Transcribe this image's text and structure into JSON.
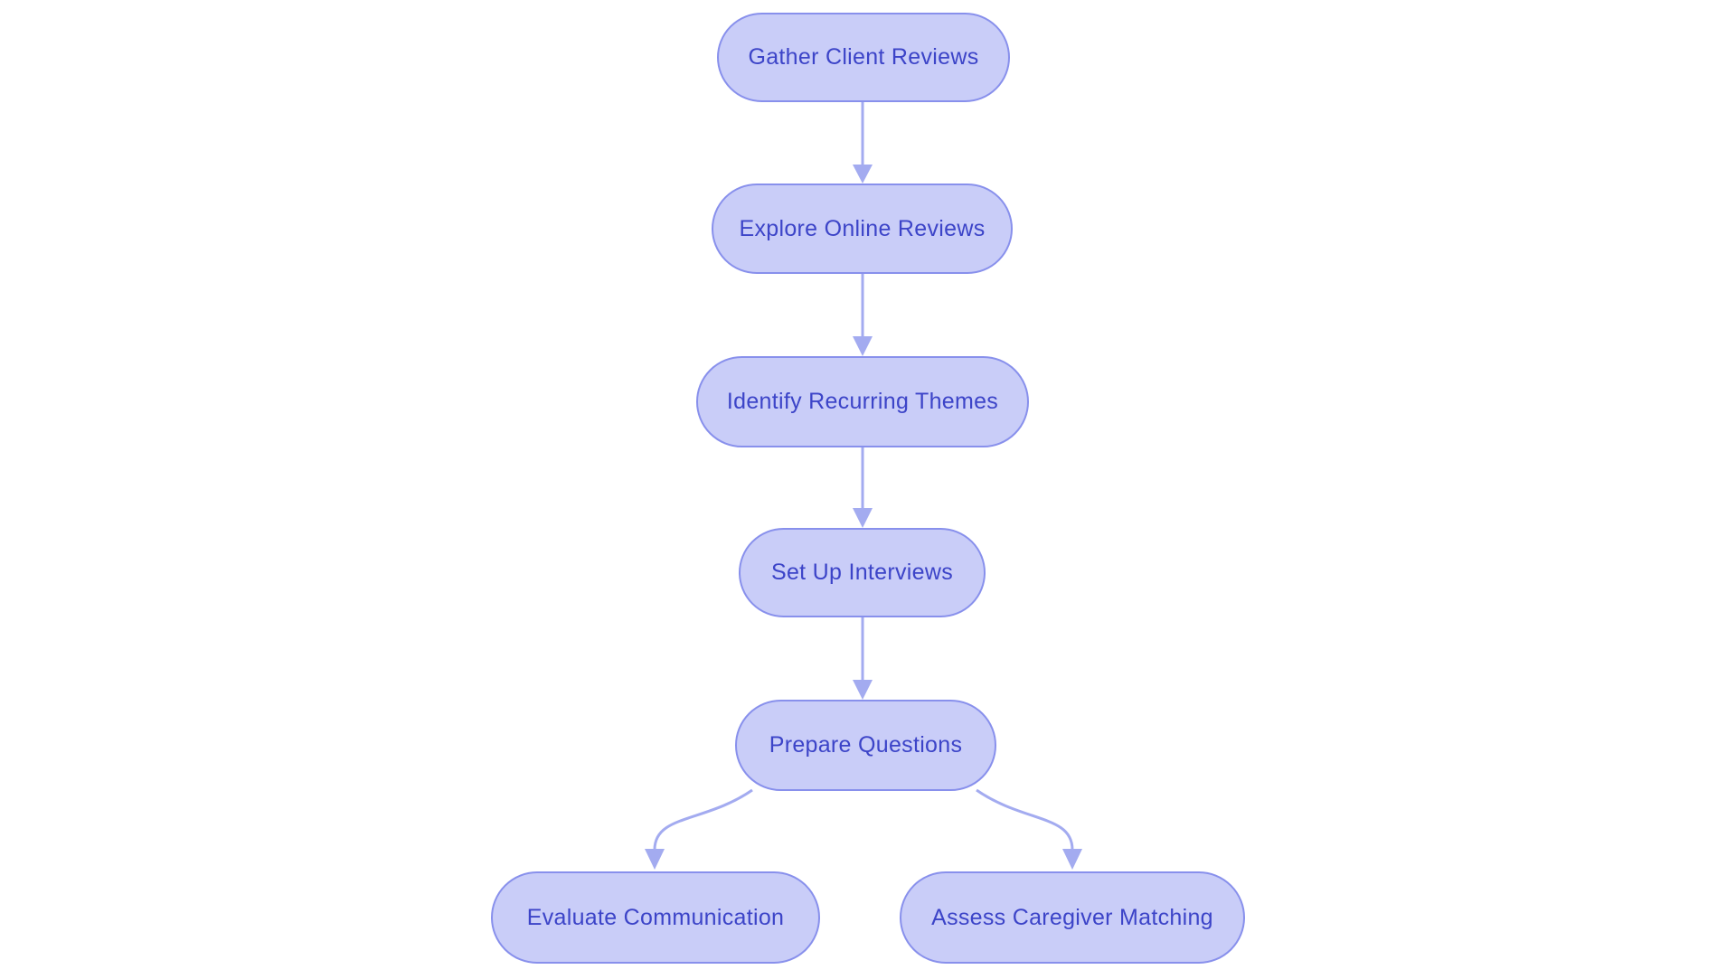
{
  "diagram": {
    "type": "flowchart",
    "direction": "top-down",
    "colors": {
      "node_fill": "#C9CDF8",
      "node_border": "#8890EC",
      "node_text": "#3C44C8",
      "arrow": "#A3ABF0",
      "background": "#FFFFFF"
    },
    "nodes": [
      {
        "id": "gather",
        "label": "Gather Client Reviews"
      },
      {
        "id": "explore",
        "label": "Explore Online Reviews"
      },
      {
        "id": "identify",
        "label": "Identify Recurring Themes"
      },
      {
        "id": "setup",
        "label": "Set Up Interviews"
      },
      {
        "id": "prepare",
        "label": "Prepare Questions"
      },
      {
        "id": "evaluate",
        "label": "Evaluate Communication"
      },
      {
        "id": "assess",
        "label": "Assess Caregiver Matching"
      }
    ],
    "edges": [
      {
        "from": "gather",
        "to": "explore"
      },
      {
        "from": "explore",
        "to": "identify"
      },
      {
        "from": "identify",
        "to": "setup"
      },
      {
        "from": "setup",
        "to": "prepare"
      },
      {
        "from": "prepare",
        "to": "evaluate"
      },
      {
        "from": "prepare",
        "to": "assess"
      }
    ]
  }
}
